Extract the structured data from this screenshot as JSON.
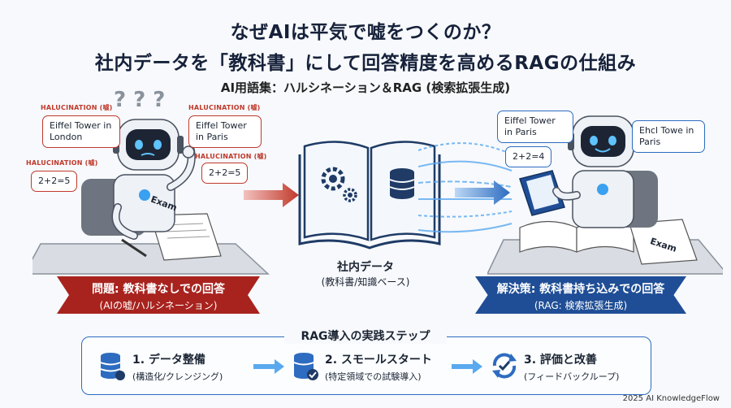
{
  "title_line1": "なぜAIは平気で嘘をつくのか？",
  "title_line2": "社内データを「教科書」にして回答精度を高めるRAGの仕組み",
  "subtitle": "AI用語集：ハルシネーション＆RAG (検索拡張生成)",
  "left_scene": {
    "halu_label": "HALUCINATION (嘘)",
    "bubble_london": "Eiffel Tower in London",
    "bubble_paris": "Eiffel Tower in Paris",
    "bubble_math": "2+2=5",
    "bubble_math2": "2+2=5",
    "question_marks": "? ? ?",
    "exam_label": "Exam"
  },
  "center": {
    "label1": "社内データ",
    "label2": "(教科書/知識ベース)"
  },
  "right_scene": {
    "bubble_left": "Eiffel Tower in Paris",
    "bubble_right": "Ehcl Towe in Paris",
    "bubble_math": "2+2=4",
    "exam_label": "Exam"
  },
  "problem_banner": {
    "line1": "問題: 教科書なしでの回答",
    "line2": "(AIの嘘/ハルシネーション)"
  },
  "solution_banner": {
    "line1": "解決策: 教科書持ち込みでの回答",
    "line2": "(RAG: 検索拡張生成)"
  },
  "steps": {
    "title": "RAG導入の実践ステップ",
    "items": [
      {
        "title": "1. データ整備",
        "sub": "(構造化/クレンジング)"
      },
      {
        "title": "2. スモールスタート",
        "sub": "(特定領域での試験導入)"
      },
      {
        "title": "3. 評価と改善",
        "sub": "(フィードバックループ)"
      }
    ]
  },
  "footer": "2025 AI KnowledgeFlow",
  "colors": {
    "problem": "#a8231e",
    "solution": "#1f4e96",
    "accent": "#2d6cc0"
  }
}
